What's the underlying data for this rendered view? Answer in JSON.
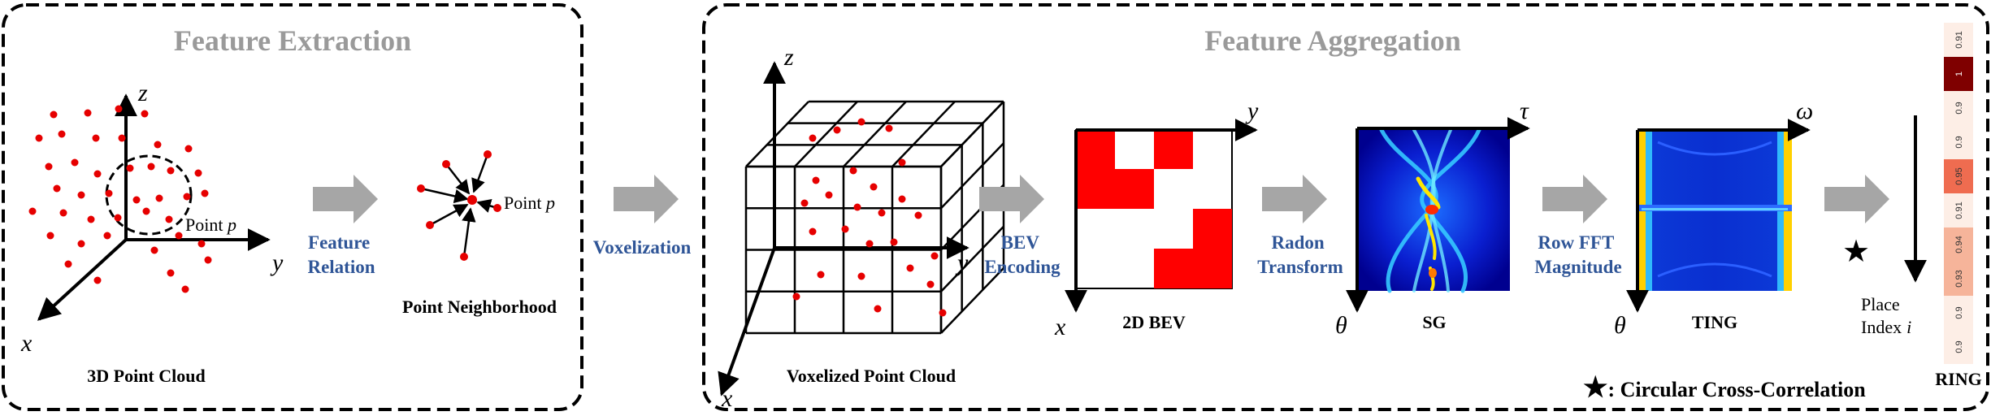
{
  "panels": {
    "extraction_title": "Feature Extraction",
    "aggregation_title": "Feature Aggregation"
  },
  "extraction": {
    "point_cloud_caption": "3D Point Cloud",
    "point_label": "Point",
    "point_var": "p",
    "feature_relation": [
      "Feature",
      "Relation"
    ],
    "neighborhood_caption": "Point Neighborhood",
    "axis_z": "z",
    "axis_y": "y",
    "axis_x": "x"
  },
  "voxelization": {
    "label": "Voxelization",
    "caption": "Voxelized Point Cloud",
    "axis_z": "z",
    "axis_y": "y",
    "axis_x": "x"
  },
  "bev": {
    "op_label": [
      "BEV",
      "Encoding"
    ],
    "caption": "2D BEV",
    "axis_y": "y",
    "axis_x": "x"
  },
  "sg": {
    "op_label": [
      "Radon",
      "Transform"
    ],
    "caption": "SG",
    "axis_tau": "τ",
    "axis_theta": "θ"
  },
  "ting": {
    "op_label": [
      "Row FFT",
      "Magnitude"
    ],
    "caption": "TING",
    "axis_omega": "ω",
    "axis_theta": "θ"
  },
  "ring": {
    "caption": "RING",
    "place_index": [
      "Place",
      "Index"
    ],
    "place_var": "i",
    "values": [
      "0.91",
      "1",
      "0.9",
      "0.9",
      "0.95",
      "0.91",
      "0.94",
      "0.93",
      "0.9",
      "0.9"
    ],
    "legend_symbol": "★",
    "legend_text": ": Circular Cross-Correlation"
  },
  "colors": {
    "panel_border": "#000000",
    "title_gray": "#9a9a9a",
    "op_blue": "#2f5597",
    "point_red": "#e60000",
    "bev_red": "#ff0000",
    "arrow_gray": "#a6a6a6",
    "ring_max": "#7f0000",
    "ring_high": "#ef6c50",
    "ring_mid": "#f6b49a",
    "ring_low": "#fdeee6"
  }
}
